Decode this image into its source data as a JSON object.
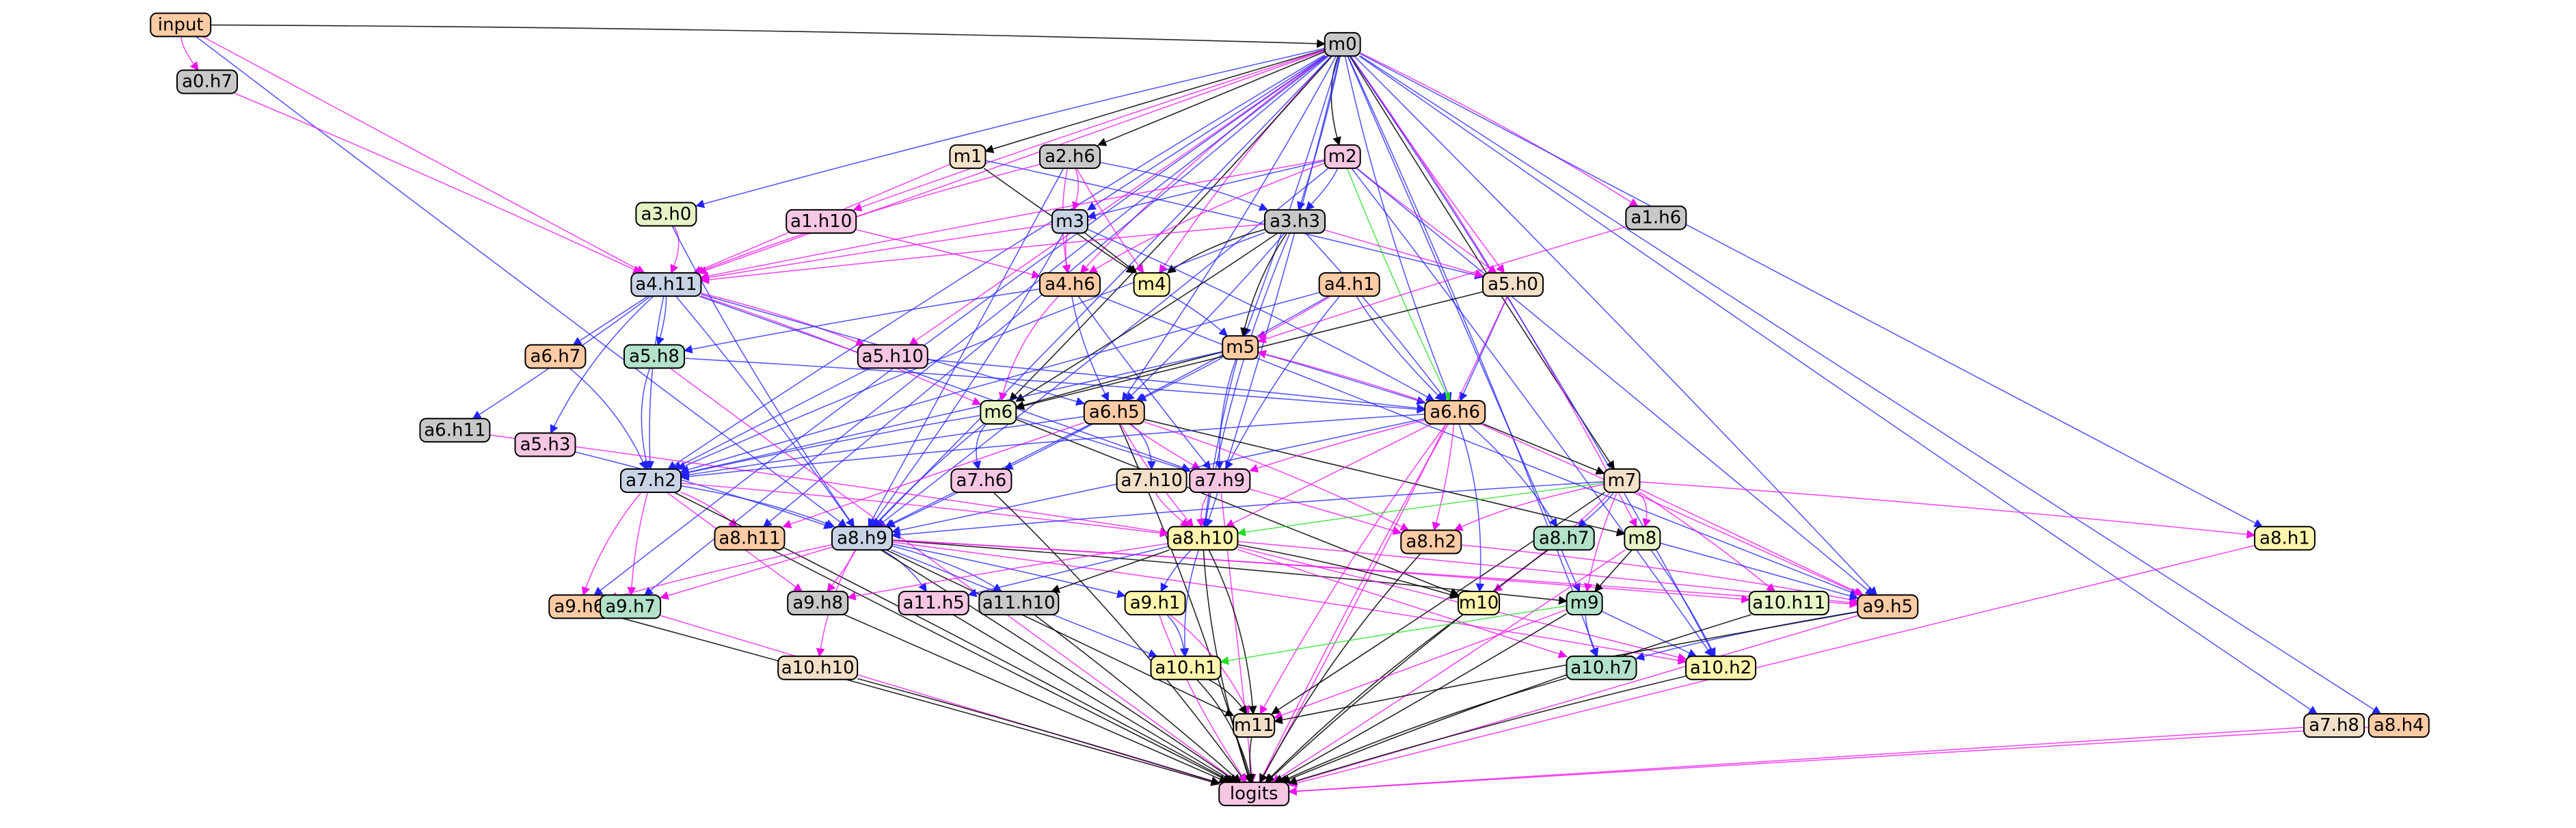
{
  "colors": {
    "peach": "#ffcba4",
    "gray": "#c8c8c8",
    "slate": "#c9d3e6",
    "cream": "#f3e0c8",
    "pink": "#f7c6e2",
    "lime": "#e6f5c6",
    "yellow": "#fff5ad",
    "mint": "#b2e2c9",
    "edge_blue": "#2222ff",
    "edge_magenta": "#ee11ee",
    "edge_black": "#000000",
    "edge_green": "#22dd22"
  },
  "nodes": [
    {
      "id": "input",
      "label": "input",
      "color": "peach"
    },
    {
      "id": "a0.h7",
      "label": "a0.h7",
      "color": "gray"
    },
    {
      "id": "m0",
      "label": "m0",
      "color": "gray"
    },
    {
      "id": "m1",
      "label": "m1",
      "color": "cream"
    },
    {
      "id": "a2.h6",
      "label": "a2.h6",
      "color": "gray"
    },
    {
      "id": "m2",
      "label": "m2",
      "color": "pink"
    },
    {
      "id": "a3.h0",
      "label": "a3.h0",
      "color": "lime"
    },
    {
      "id": "a1.h10",
      "label": "a1.h10",
      "color": "pink"
    },
    {
      "id": "m3",
      "label": "m3",
      "color": "slate"
    },
    {
      "id": "a3.h3",
      "label": "a3.h3",
      "color": "gray"
    },
    {
      "id": "a1.h6",
      "label": "a1.h6",
      "color": "gray"
    },
    {
      "id": "a4.h11",
      "label": "a4.h11",
      "color": "slate"
    },
    {
      "id": "a4.h6",
      "label": "a4.h6",
      "color": "peach"
    },
    {
      "id": "m4",
      "label": "m4",
      "color": "yellow"
    },
    {
      "id": "a4.h1",
      "label": "a4.h1",
      "color": "peach"
    },
    {
      "id": "a5.h0",
      "label": "a5.h0",
      "color": "cream"
    },
    {
      "id": "a6.h7",
      "label": "a6.h7",
      "color": "peach"
    },
    {
      "id": "a5.h8",
      "label": "a5.h8",
      "color": "mint"
    },
    {
      "id": "a5.h10",
      "label": "a5.h10",
      "color": "pink"
    },
    {
      "id": "m5",
      "label": "m5",
      "color": "peach"
    },
    {
      "id": "a6.h11",
      "label": "a6.h11",
      "color": "gray"
    },
    {
      "id": "a5.h3",
      "label": "a5.h3",
      "color": "pink"
    },
    {
      "id": "m6",
      "label": "m6",
      "color": "lime"
    },
    {
      "id": "a6.h5",
      "label": "a6.h5",
      "color": "peach"
    },
    {
      "id": "a6.h6",
      "label": "a6.h6",
      "color": "peach"
    },
    {
      "id": "a7.h2",
      "label": "a7.h2",
      "color": "slate"
    },
    {
      "id": "a7.h6",
      "label": "a7.h6",
      "color": "pink"
    },
    {
      "id": "a7.h10",
      "label": "a7.h10",
      "color": "cream"
    },
    {
      "id": "a7.h9",
      "label": "a7.h9",
      "color": "pink"
    },
    {
      "id": "m7",
      "label": "m7",
      "color": "cream"
    },
    {
      "id": "a8.h11",
      "label": "a8.h11",
      "color": "peach"
    },
    {
      "id": "a8.h9",
      "label": "a8.h9",
      "color": "slate"
    },
    {
      "id": "a8.h10",
      "label": "a8.h10",
      "color": "yellow"
    },
    {
      "id": "a8.h2",
      "label": "a8.h2",
      "color": "peach"
    },
    {
      "id": "a8.h7",
      "label": "a8.h7",
      "color": "mint"
    },
    {
      "id": "m8",
      "label": "m8",
      "color": "lime"
    },
    {
      "id": "a8.h1",
      "label": "a8.h1",
      "color": "yellow"
    },
    {
      "id": "a9.h6",
      "label": "a9.h6",
      "color": "peach"
    },
    {
      "id": "a9.h7",
      "label": "a9.h7",
      "color": "mint"
    },
    {
      "id": "a9.h8",
      "label": "a9.h8",
      "color": "gray"
    },
    {
      "id": "a11.h5",
      "label": "a11.h5",
      "color": "pink"
    },
    {
      "id": "a11.h10",
      "label": "a11.h10",
      "color": "gray"
    },
    {
      "id": "a9.h1",
      "label": "a9.h1",
      "color": "yellow"
    },
    {
      "id": "m10",
      "label": "m10",
      "color": "yellow"
    },
    {
      "id": "m9",
      "label": "m9",
      "color": "mint"
    },
    {
      "id": "a10.h11",
      "label": "a10.h11",
      "color": "lime"
    },
    {
      "id": "a9.h5",
      "label": "a9.h5",
      "color": "peach"
    },
    {
      "id": "a10.h10",
      "label": "a10.h10",
      "color": "cream"
    },
    {
      "id": "a10.h1",
      "label": "a10.h1",
      "color": "yellow"
    },
    {
      "id": "a10.h7",
      "label": "a10.h7",
      "color": "mint"
    },
    {
      "id": "a10.h2",
      "label": "a10.h2",
      "color": "yellow"
    },
    {
      "id": "m11",
      "label": "m11",
      "color": "cream"
    },
    {
      "id": "a7.h8",
      "label": "a7.h8",
      "color": "cream"
    },
    {
      "id": "a8.h4",
      "label": "a8.h4",
      "color": "peach"
    },
    {
      "id": "logits",
      "label": "logits",
      "color": "pink"
    }
  ],
  "edges": [
    [
      "input",
      "m0",
      "black"
    ],
    [
      "input",
      "a0.h7",
      "magenta"
    ],
    [
      "input",
      "a8.h9",
      "blue"
    ],
    [
      "input",
      "a4.h11",
      "magenta"
    ],
    [
      "a0.h7",
      "a4.h11",
      "magenta"
    ],
    [
      "m0",
      "m1",
      "black"
    ],
    [
      "m0",
      "a2.h6",
      "black"
    ],
    [
      "m0",
      "m2",
      "black"
    ],
    [
      "m0",
      "a3.h0",
      "blue"
    ],
    [
      "m0",
      "a1.h10",
      "magenta"
    ],
    [
      "m0",
      "m3",
      "blue"
    ],
    [
      "m0",
      "a3.h3",
      "blue"
    ],
    [
      "m0",
      "a1.h6",
      "magenta"
    ],
    [
      "m0",
      "a4.h11",
      "magenta"
    ],
    [
      "m0",
      "a4.h6",
      "magenta"
    ],
    [
      "m0",
      "m4",
      "magenta"
    ],
    [
      "m0",
      "a5.h0",
      "magenta"
    ],
    [
      "m0",
      "a5.h10",
      "magenta"
    ],
    [
      "m0",
      "m5",
      "blue"
    ],
    [
      "m0",
      "m6",
      "black"
    ],
    [
      "m0",
      "a6.h5",
      "blue"
    ],
    [
      "m0",
      "a6.h6",
      "blue"
    ],
    [
      "m0",
      "a7.h2",
      "blue"
    ],
    [
      "m0",
      "m7",
      "black"
    ],
    [
      "m0",
      "a8.h11",
      "blue"
    ],
    [
      "m0",
      "a8.h9",
      "blue"
    ],
    [
      "m0",
      "a8.h10",
      "blue"
    ],
    [
      "m0",
      "m8",
      "magenta"
    ],
    [
      "m0",
      "a8.h1",
      "blue"
    ],
    [
      "m0",
      "a9.h6",
      "blue"
    ],
    [
      "m0",
      "a9.h7",
      "blue"
    ],
    [
      "m0",
      "m9",
      "blue"
    ],
    [
      "m0",
      "a9.h5",
      "blue"
    ],
    [
      "m0",
      "a10.h7",
      "blue"
    ],
    [
      "m0",
      "a10.h2",
      "blue"
    ],
    [
      "m0",
      "a7.h8",
      "blue"
    ],
    [
      "m0",
      "a8.h4",
      "blue"
    ],
    [
      "m1",
      "m4",
      "black"
    ],
    [
      "m1",
      "a4.h11",
      "magenta"
    ],
    [
      "m1",
      "a5.h0",
      "blue"
    ],
    [
      "a2.h6",
      "m3",
      "magenta"
    ],
    [
      "a2.h6",
      "a3.h3",
      "blue"
    ],
    [
      "a2.h6",
      "a4.h11",
      "magenta"
    ],
    [
      "a2.h6",
      "a4.h6",
      "magenta"
    ],
    [
      "a2.h6",
      "m4",
      "magenta"
    ],
    [
      "a2.h6",
      "a8.h9",
      "blue"
    ],
    [
      "m2",
      "m3",
      "blue"
    ],
    [
      "m2",
      "a3.h3",
      "blue"
    ],
    [
      "m2",
      "a4.h11",
      "magenta"
    ],
    [
      "m2",
      "a4.h6",
      "magenta"
    ],
    [
      "m2",
      "a5.h0",
      "magenta"
    ],
    [
      "m2",
      "a6.h6",
      "green"
    ],
    [
      "m2",
      "a9.h5",
      "blue"
    ],
    [
      "m2",
      "a10.h2",
      "blue"
    ],
    [
      "m2",
      "a8.h9",
      "blue"
    ],
    [
      "a3.h0",
      "a4.h11",
      "magenta"
    ],
    [
      "a3.h0",
      "a8.h9",
      "blue"
    ],
    [
      "a1.h10",
      "a4.h6",
      "magenta"
    ],
    [
      "m3",
      "a4.h6",
      "magenta"
    ],
    [
      "m3",
      "m4",
      "black"
    ],
    [
      "m3",
      "a4.h11",
      "magenta"
    ],
    [
      "m3",
      "a6.h6",
      "blue"
    ],
    [
      "m3",
      "a8.h9",
      "blue"
    ],
    [
      "a3.h3",
      "m4",
      "black"
    ],
    [
      "a3.h3",
      "m5",
      "black"
    ],
    [
      "a3.h3",
      "a4.h11",
      "magenta"
    ],
    [
      "a3.h3",
      "a5.h0",
      "magenta"
    ],
    [
      "a3.h3",
      "a6.h6",
      "blue"
    ],
    [
      "a3.h3",
      "a6.h5",
      "blue"
    ],
    [
      "a3.h3",
      "m6",
      "black"
    ],
    [
      "a3.h3",
      "a8.h10",
      "blue"
    ],
    [
      "a3.h3",
      "a7.h2",
      "blue"
    ],
    [
      "a1.h6",
      "m5",
      "magenta"
    ],
    [
      "a4.h11",
      "a6.h7",
      "blue"
    ],
    [
      "a4.h11",
      "a5.h8",
      "blue"
    ],
    [
      "a4.h11",
      "a5.h10",
      "magenta"
    ],
    [
      "a4.h11",
      "a6.h11",
      "blue"
    ],
    [
      "a4.h11",
      "a5.h3",
      "blue"
    ],
    [
      "a4.h11",
      "a7.h2",
      "blue"
    ],
    [
      "a4.h11",
      "a6.h5",
      "blue"
    ],
    [
      "a4.h11",
      "a7.h9",
      "blue"
    ],
    [
      "a4.h11",
      "a8.h9",
      "blue"
    ],
    [
      "a4.h11",
      "m6",
      "magenta"
    ],
    [
      "a4.h6",
      "a5.h8",
      "blue"
    ],
    [
      "a4.h6",
      "m6",
      "magenta"
    ],
    [
      "a4.h6",
      "a6.h5",
      "blue"
    ],
    [
      "a4.h6",
      "a7.h9",
      "blue"
    ],
    [
      "a4.h6",
      "a9.h5",
      "blue"
    ],
    [
      "m4",
      "m5",
      "blue"
    ],
    [
      "a4.h1",
      "m5",
      "magenta"
    ],
    [
      "a4.h1",
      "a6.h5",
      "blue"
    ],
    [
      "a4.h1",
      "a6.h6",
      "blue"
    ],
    [
      "a4.h1",
      "a7.h9",
      "blue"
    ],
    [
      "a4.h1",
      "a7.h2",
      "blue"
    ],
    [
      "a5.h0",
      "a6.h6",
      "blue"
    ],
    [
      "a5.h0",
      "m6",
      "black"
    ],
    [
      "a5.h0",
      "logits",
      "magenta"
    ],
    [
      "a6.h7",
      "a7.h2",
      "blue"
    ],
    [
      "a5.h8",
      "a7.h2",
      "blue"
    ],
    [
      "a5.h8",
      "a6.h6",
      "blue"
    ],
    [
      "a5.h8",
      "logits",
      "magenta"
    ],
    [
      "a5.h10",
      "a7.h2",
      "blue"
    ],
    [
      "a5.h10",
      "a6.h6",
      "blue"
    ],
    [
      "m5",
      "m6",
      "black"
    ],
    [
      "m5",
      "a6.h5",
      "blue"
    ],
    [
      "m5",
      "a6.h6",
      "blue"
    ],
    [
      "m5",
      "a7.h9",
      "blue"
    ],
    [
      "m5",
      "a8.h10",
      "blue"
    ],
    [
      "m5",
      "a7.h2",
      "blue"
    ],
    [
      "a6.h11",
      "a8.h10",
      "magenta"
    ],
    [
      "a5.h3",
      "a8.h9",
      "blue"
    ],
    [
      "m6",
      "a7.h2",
      "blue"
    ],
    [
      "m6",
      "a7.h6",
      "blue"
    ],
    [
      "m6",
      "a7.h9",
      "blue"
    ],
    [
      "m6",
      "a8.h9",
      "blue"
    ],
    [
      "m6",
      "m10",
      "black"
    ],
    [
      "a6.h5",
      "a7.h2",
      "blue"
    ],
    [
      "a6.h5",
      "a7.h6",
      "blue"
    ],
    [
      "a6.h5",
      "a7.h10",
      "blue"
    ],
    [
      "a6.h5",
      "a7.h9",
      "magenta"
    ],
    [
      "a6.h5",
      "a8.h10",
      "magenta"
    ],
    [
      "a6.h5",
      "m8",
      "black"
    ],
    [
      "a6.h5",
      "a8.h9",
      "blue"
    ],
    [
      "a6.h5",
      "a8.h11",
      "magenta"
    ],
    [
      "a6.h5",
      "logits",
      "black"
    ],
    [
      "a6.h5",
      "a8.h2",
      "magenta"
    ],
    [
      "a6.h6",
      "a7.h2",
      "blue"
    ],
    [
      "a6.h6",
      "m7",
      "black"
    ],
    [
      "a6.h6",
      "a7.h9",
      "magenta"
    ],
    [
      "a6.h6",
      "a8.h10",
      "magenta"
    ],
    [
      "a6.h6",
      "a8.h2",
      "magenta"
    ],
    [
      "a6.h6",
      "a8.h7",
      "blue"
    ],
    [
      "a6.h6",
      "m10",
      "blue"
    ],
    [
      "a6.h6",
      "a9.h5",
      "magenta"
    ],
    [
      "a6.h6",
      "m11",
      "magenta"
    ],
    [
      "a6.h6",
      "logits",
      "magenta"
    ],
    [
      "a6.h6",
      "a8.h9",
      "blue"
    ],
    [
      "a6.h6",
      "m5",
      "magenta"
    ],
    [
      "a7.h2",
      "a8.h11",
      "magenta"
    ],
    [
      "a7.h2",
      "a8.h9",
      "blue"
    ],
    [
      "a7.h2",
      "a8.h10",
      "magenta"
    ],
    [
      "a7.h2",
      "a9.h6",
      "magenta"
    ],
    [
      "a7.h2",
      "a9.h7",
      "magenta"
    ],
    [
      "a7.h2",
      "a9.h8",
      "magenta"
    ],
    [
      "a7.h2",
      "logits",
      "black"
    ],
    [
      "a7.h6",
      "a8.h9",
      "blue"
    ],
    [
      "a7.h6",
      "logits",
      "black"
    ],
    [
      "a7.h10",
      "a8.h10",
      "magenta"
    ],
    [
      "a7.h9",
      "a8.h10",
      "magenta"
    ],
    [
      "a7.h9",
      "a8.h2",
      "magenta"
    ],
    [
      "a7.h9",
      "logits",
      "magenta"
    ],
    [
      "m7",
      "a8.h10",
      "green"
    ],
    [
      "m7",
      "a8.h7",
      "blue"
    ],
    [
      "m7",
      "m8",
      "magenta"
    ],
    [
      "m7",
      "a8.h1",
      "magenta"
    ],
    [
      "m7",
      "a8.h9",
      "blue"
    ],
    [
      "m7",
      "m9",
      "magenta"
    ],
    [
      "m7",
      "a9.h5",
      "magenta"
    ],
    [
      "m7",
      "a10.h11",
      "magenta"
    ],
    [
      "m7",
      "m11",
      "black"
    ],
    [
      "m7",
      "m10",
      "magenta"
    ],
    [
      "m7",
      "a8.h2",
      "magenta"
    ],
    [
      "a8.h11",
      "logits",
      "black"
    ],
    [
      "a8.h9",
      "a9.h6",
      "magenta"
    ],
    [
      "a8.h9",
      "a9.h7",
      "magenta"
    ],
    [
      "a8.h9",
      "a9.h8",
      "magenta"
    ],
    [
      "a8.h9",
      "a11.h5",
      "blue"
    ],
    [
      "a8.h9",
      "a11.h10",
      "blue"
    ],
    [
      "a8.h9",
      "a9.h1",
      "blue"
    ],
    [
      "a8.h9",
      "a10.h10",
      "magenta"
    ],
    [
      "a8.h9",
      "a10.h1",
      "blue"
    ],
    [
      "a8.h9",
      "m11",
      "black"
    ],
    [
      "a8.h9",
      "logits",
      "black"
    ],
    [
      "a8.h9",
      "m9",
      "black"
    ],
    [
      "a8.h9",
      "a10.h2",
      "magenta"
    ],
    [
      "a8.h9",
      "a10.h11",
      "magenta"
    ],
    [
      "a8.h9",
      "a9.h5",
      "magenta"
    ],
    [
      "a8.h10",
      "a9.h1",
      "blue"
    ],
    [
      "a8.h10",
      "a11.h5",
      "blue"
    ],
    [
      "a8.h10",
      "a11.h10",
      "black"
    ],
    [
      "a8.h10",
      "m10",
      "black"
    ],
    [
      "a8.h10",
      "m11",
      "black"
    ],
    [
      "a8.h10",
      "logits",
      "black"
    ],
    [
      "a8.h10",
      "a10.h1",
      "blue"
    ],
    [
      "a8.h10",
      "a10.h7",
      "magenta"
    ],
    [
      "a8.h10",
      "a10.h2",
      "magenta"
    ],
    [
      "a8.h10",
      "a9.h5",
      "magenta"
    ],
    [
      "a8.h10",
      "a9.h8",
      "magenta"
    ],
    [
      "a8.h2",
      "a9.h5",
      "magenta"
    ],
    [
      "a8.h2",
      "logits",
      "black"
    ],
    [
      "a8.h7",
      "logits",
      "black"
    ],
    [
      "m8",
      "a9.h5",
      "blue"
    ],
    [
      "m8",
      "m9",
      "black"
    ],
    [
      "m8",
      "a10.h2",
      "blue"
    ],
    [
      "m8",
      "logits",
      "magenta"
    ],
    [
      "a8.h1",
      "logits",
      "magenta"
    ],
    [
      "a9.h6",
      "logits",
      "black"
    ],
    [
      "a9.h7",
      "logits",
      "magenta"
    ],
    [
      "a9.h8",
      "logits",
      "black"
    ],
    [
      "a11.h5",
      "logits",
      "black"
    ],
    [
      "a11.h10",
      "logits",
      "black"
    ],
    [
      "a9.h1",
      "a10.h1",
      "blue"
    ],
    [
      "a9.h1",
      "m11",
      "magenta"
    ],
    [
      "a9.h1",
      "logits",
      "magenta"
    ],
    [
      "m10",
      "logits",
      "black"
    ],
    [
      "m9",
      "a10.h7",
      "blue"
    ],
    [
      "m9",
      "a10.h2",
      "blue"
    ],
    [
      "m9",
      "a10.h1",
      "green"
    ],
    [
      "m9",
      "m11",
      "magenta"
    ],
    [
      "m9",
      "logits",
      "black"
    ],
    [
      "a10.h11",
      "logits",
      "black"
    ],
    [
      "a9.h5",
      "a10.h7",
      "blue"
    ],
    [
      "a9.h5",
      "m11",
      "black"
    ],
    [
      "a9.h5",
      "logits",
      "magenta"
    ],
    [
      "a10.h10",
      "logits",
      "black"
    ],
    [
      "a10.h1",
      "m11",
      "black"
    ],
    [
      "a10.h1",
      "logits",
      "black"
    ],
    [
      "a10.h7",
      "logits",
      "black"
    ],
    [
      "a10.h2",
      "logits",
      "black"
    ],
    [
      "m11",
      "logits",
      "black"
    ],
    [
      "a7.h8",
      "logits",
      "magenta"
    ],
    [
      "a8.h4",
      "logits",
      "magenta"
    ]
  ]
}
